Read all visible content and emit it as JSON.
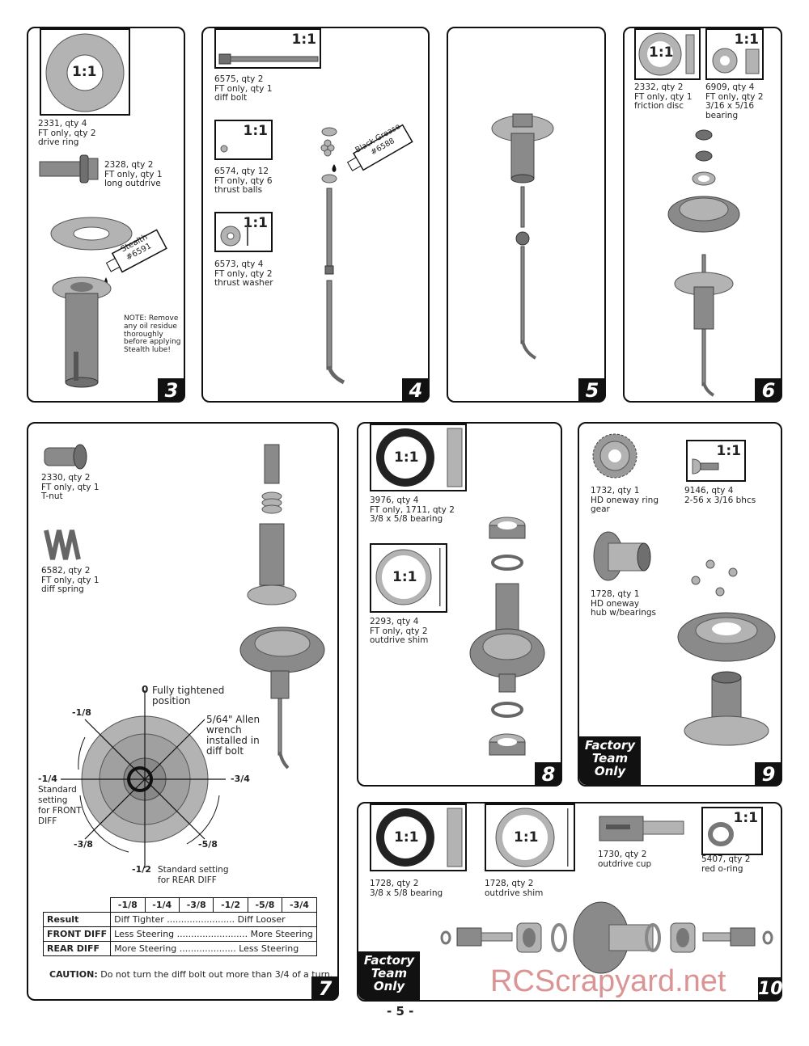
{
  "scale_label": "1:1",
  "page_number": "- 5 -",
  "watermark": "RCScrapyard.net",
  "factory_team_label": "Factory\nTeam\nOnly",
  "step3": {
    "number": "3",
    "part_2331": "2331, qty 4\nFT only, qty 2\ndrive ring",
    "part_2328": "2328, qty 2\nFT only, qty 1\nlong outdrive",
    "tube_label": "Stealth\n#6591",
    "note": "NOTE: Remove\nany oil residue\nthoroughly\nbefore applying\nStealth lube!"
  },
  "step4": {
    "number": "4",
    "part_6575": "6575, qty 2\nFT only, qty 1\ndiff bolt",
    "part_6574": "6574, qty 12\nFT only, qty 6\nthrust balls",
    "part_6573": "6573, qty 4\nFT only, qty 2\nthrust washer",
    "tube_label": "Black Grease\n#6588"
  },
  "step5": {
    "number": "5"
  },
  "step6": {
    "number": "6",
    "part_2332": "2332, qty 2\nFT only, qty 1\nfriction disc",
    "part_6909": "6909, qty 4\nFT only, qty 2\n3/16 x 5/16\nbearing"
  },
  "step7": {
    "number": "7",
    "part_2330": "2330, qty 2\nFT only, qty 1\nT-nut",
    "part_6582": "6582, qty 2\nFT only, qty 1\ndiff spring",
    "dial": {
      "zero_value": "0",
      "zero_text": "Fully tightened\nposition",
      "wrench_text": "5/64\" Allen\nwrench\ninstalled in\ndiff bolt",
      "m18": "-1/8",
      "m14": "-1/4",
      "m14_text": "Standard\nsetting\nfor FRONT\nDIFF",
      "m34": "-3/4",
      "m38": "-3/8",
      "m58": "-5/8",
      "m12": "-1/2",
      "m12_text": "Standard setting\nfor REAR DIFF"
    },
    "table": {
      "headers": [
        "-1/8",
        "-1/4",
        "-3/8",
        "-1/2",
        "-5/8",
        "-3/4"
      ],
      "rows": [
        {
          "label": "Result",
          "left": "Diff Tighter",
          "right": "Diff Looser"
        },
        {
          "label": "FRONT DIFF",
          "left": "Less Steering",
          "right": "More Steering"
        },
        {
          "label": "REAR DIFF",
          "left": "More Steering",
          "right": "Less Steering"
        }
      ]
    },
    "caution_label": "CAUTION:",
    "caution_text": "Do not turn the diff bolt out more than 3/4 of a turn."
  },
  "step8": {
    "number": "8",
    "part_3976": "3976, qty 4\nFT only, 1711, qty 2\n3/8 x 5/8 bearing",
    "part_2293": "2293, qty 4\nFT only, qty 2\noutdrive shim"
  },
  "step9": {
    "number": "9",
    "part_1732": "1732, qty 1\nHD oneway ring\ngear",
    "part_9146": "9146, qty 4\n2-56 x 3/16 bhcs",
    "part_1728": "1728, qty 1\nHD oneway\nhub w/bearings"
  },
  "step10": {
    "number": "10",
    "part_1728_bearing": "1728, qty 2\n3/8 x 5/8 bearing",
    "part_1728_shim": "1728, qty 2\noutdrive shim",
    "part_1730": "1730, qty 2\noutdrive cup",
    "part_5407": "5407, qty 2\nred o-ring"
  }
}
